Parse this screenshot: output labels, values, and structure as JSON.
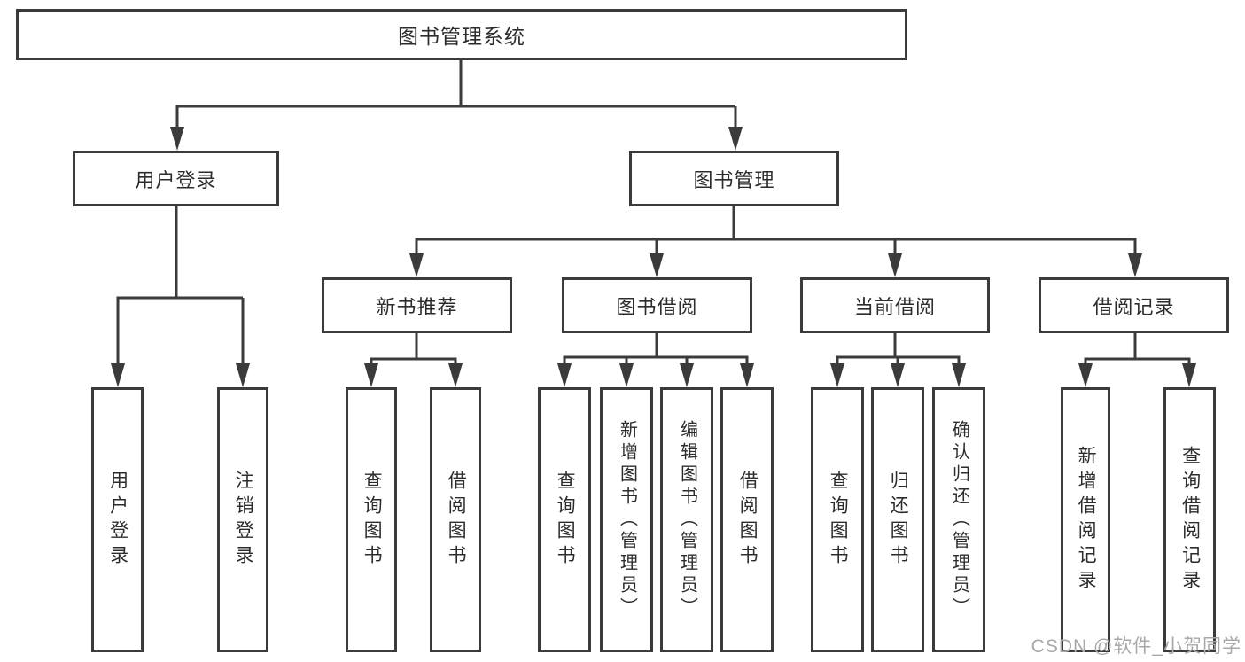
{
  "diagram": {
    "root": {
      "label": "图书管理系统"
    },
    "level2": {
      "user_login": {
        "label": "用户登录"
      },
      "book_management": {
        "label": "图书管理"
      }
    },
    "level3": {
      "new_book_recommend": {
        "label": "新书推荐"
      },
      "book_borrow": {
        "label": "图书借阅"
      },
      "current_borrow": {
        "label": "当前借阅"
      },
      "borrow_record": {
        "label": "借阅记录"
      }
    },
    "leaves": {
      "user_login": {
        "label": "用户登录"
      },
      "logout": {
        "label": "注销登录"
      },
      "recommend_query_book": {
        "label": "查询图书"
      },
      "recommend_borrow_book": {
        "label": "借阅图书"
      },
      "borrow_query_book": {
        "label": "查询图书"
      },
      "borrow_add_book": {
        "label": "新增图书（管理员）"
      },
      "borrow_edit_book": {
        "label": "编辑图书（管理员）"
      },
      "borrow_borrow_book": {
        "label": "借阅图书"
      },
      "current_query_book": {
        "label": "查询图书"
      },
      "current_return_book": {
        "label": "归还图书"
      },
      "current_confirm_return": {
        "label": "确认归还（管理员）"
      },
      "record_add": {
        "label": "新增借阅记录"
      },
      "record_query": {
        "label": "查询借阅记录"
      }
    },
    "watermark": "CSDN @软件_小贺同学",
    "colors": {
      "line": "#3b3b3b",
      "text": "#2c2c2c",
      "watermark": "#a8a8a8",
      "background": "#ffffff"
    }
  }
}
